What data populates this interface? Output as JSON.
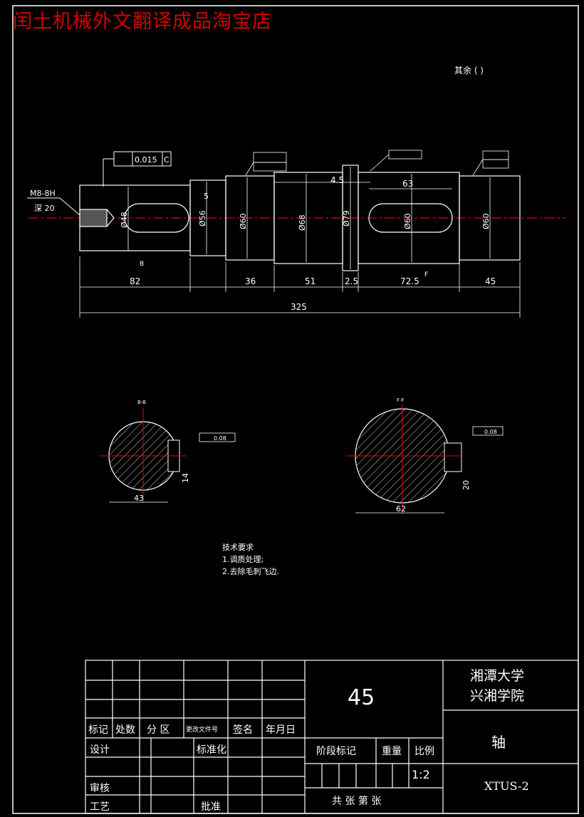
{
  "watermark": "闰土机械外文翻译成品淘宝店",
  "roughness_note": "其余 ( )",
  "callouts": {
    "thread": "M8-8H",
    "depth": "深 20",
    "runout": "0.015",
    "runout_datum": "C",
    "left_keyway_label": "B",
    "right_keyway_label": "F"
  },
  "dimensions": {
    "len_82": "82",
    "len_36": "36",
    "len_51": "51",
    "len_2_5": "2.5",
    "len_72_5": "72.5",
    "len_45": "45",
    "total": "325",
    "keyway_63": "63",
    "shoulder_4_5": "4.5",
    "step_5": "5",
    "dia_48": "Ø48",
    "dia_56": "Ø56",
    "dia_60_a": "Ø60",
    "dia_68": "Ø68",
    "dia_79": "Ø79",
    "dia_60_b": "Ø60",
    "dia_60_c": "Ø60"
  },
  "sections": {
    "left_title": "B-B",
    "left_width": "43",
    "left_depth": "14",
    "left_tol": "0.08",
    "right_title": "F-F",
    "right_width": "62",
    "right_depth": "20",
    "right_tol": "0.08"
  },
  "tech": {
    "title": "技术要求",
    "item1": "1.调质处理;",
    "item2": "2.去除毛刺飞边."
  },
  "title_block": {
    "university_line1": "湘潭大学",
    "university_line2": "兴湘学院",
    "material": "45",
    "part_name": "轴",
    "drawing_no": "XTUS-2",
    "scale": "1:2",
    "stage_mark": "阶段标记",
    "weight": "重量",
    "ratio": "比例",
    "sheets": "共 张 第 张",
    "h_mark": "标记",
    "h_count": "处数",
    "h_zone": "分 区",
    "h_doc": "更改文件号",
    "h_sign": "签名",
    "h_date": "年月日",
    "design": "设计",
    "standard": "标准化",
    "review": "审核",
    "process": "工艺",
    "approve": "批准"
  },
  "colors": {
    "background": "#000000",
    "line": "#ffffff",
    "center": "#e00000"
  }
}
